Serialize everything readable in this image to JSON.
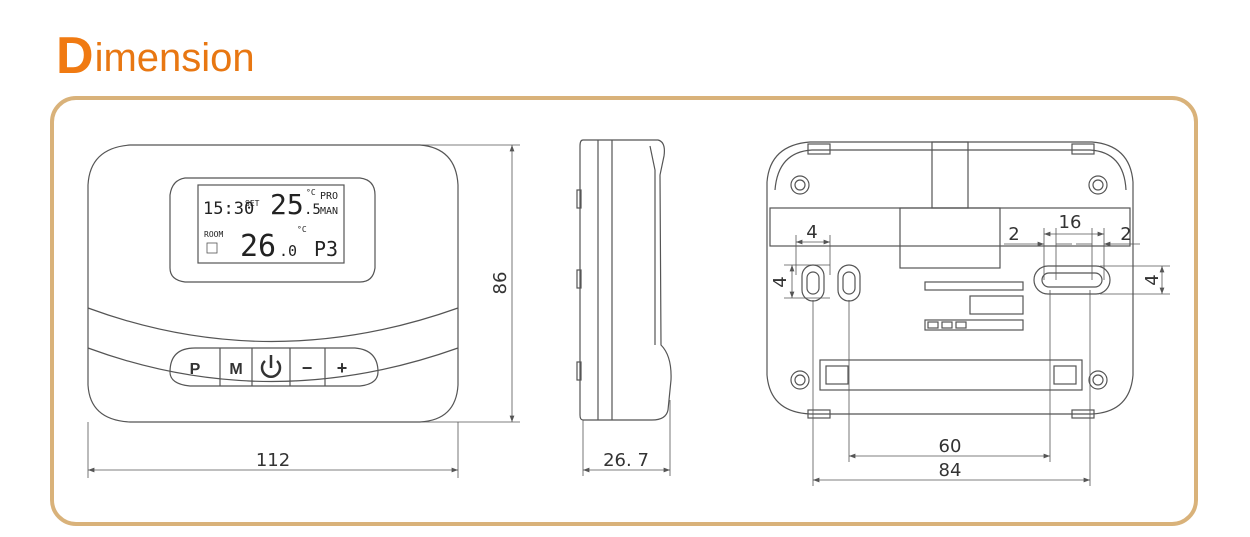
{
  "title": {
    "first_letter": "D",
    "rest": "imension"
  },
  "colors": {
    "title": "#f07a12",
    "frame": "#d9b27a",
    "line": "#555555"
  },
  "front_view": {
    "lcd": {
      "clock": "15:30",
      "set_label": "SET",
      "set_temp": "25",
      "set_temp_decimal": ".5",
      "unit": "°C",
      "pro_label": "PRO",
      "man_label": "MAN",
      "room_label": "ROOM",
      "room_temp": "26",
      "room_temp_decimal": ".0",
      "program": "P3"
    },
    "buttons": [
      {
        "label": "P",
        "icon": ""
      },
      {
        "label": "M",
        "icon": ""
      },
      {
        "label": "",
        "icon": "power-icon"
      },
      {
        "label": "−",
        "icon": ""
      },
      {
        "label": "+",
        "icon": ""
      }
    ],
    "width_label": "112",
    "height_label": "86"
  },
  "side_view": {
    "depth_label": "26. 7"
  },
  "back_view": {
    "labels": {
      "hole_width_left": "4",
      "hole_height_left": "4",
      "gap_left": "2",
      "slot_length": "16",
      "gap_right": "2",
      "slot_height": "4",
      "hole_spacing_60": "60",
      "hole_spacing_84": "84"
    }
  }
}
